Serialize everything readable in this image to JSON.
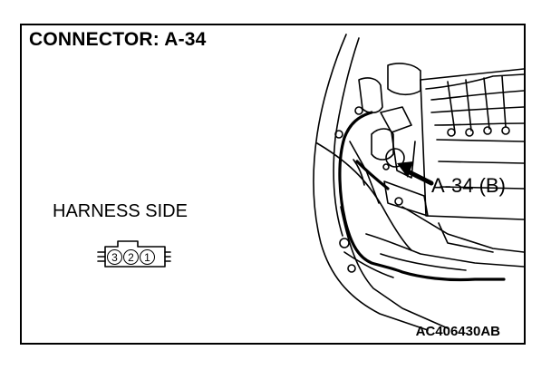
{
  "diagram": {
    "title": "CONNECTOR: A-34",
    "harness_label": "HARNESS SIDE",
    "callout_label": "A-34 (B)",
    "figure_code": "AC406430AB",
    "connector": {
      "pins": [
        "3",
        "2",
        "1"
      ]
    }
  }
}
